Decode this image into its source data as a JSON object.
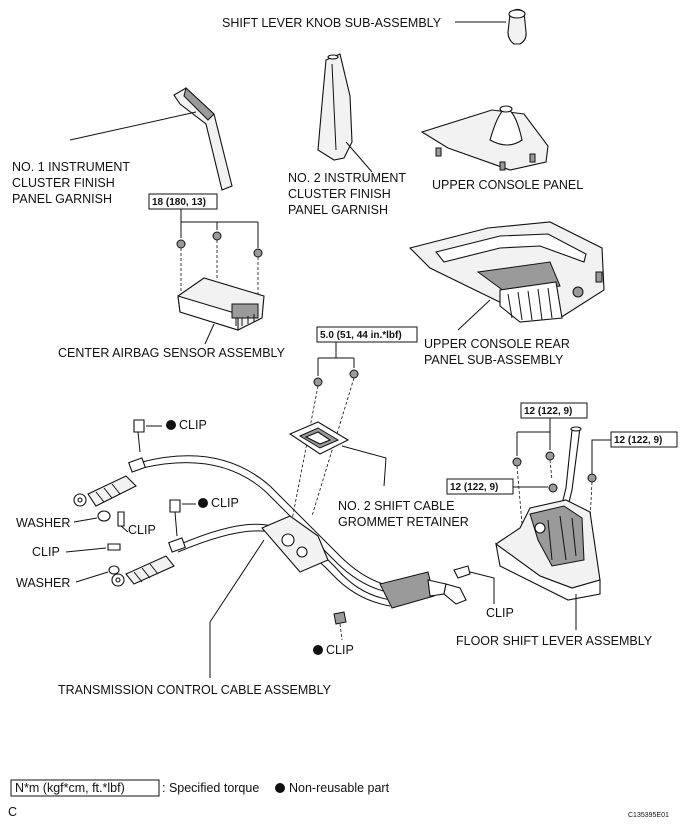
{
  "labels": {
    "shift_knob": "SHIFT LEVER KNOB SUB-ASSEMBLY",
    "garnish1": [
      "NO. 1 INSTRUMENT",
      "CLUSTER FINISH",
      "PANEL GARNISH"
    ],
    "garnish2": [
      "NO. 2 INSTRUMENT",
      "CLUSTER FINISH",
      "PANEL GARNISH"
    ],
    "upper_console": "UPPER CONSOLE PANEL",
    "rear_panel": [
      "UPPER CONSOLE REAR",
      "PANEL SUB-ASSEMBLY"
    ],
    "airbag_sensor": "CENTER AIRBAG SENSOR ASSEMBLY",
    "grommet": [
      "NO. 2 SHIFT CABLE",
      "GROMMET RETAINER"
    ],
    "floor_lever": "FLOOR SHIFT LEVER ASSEMBLY",
    "trans_cable": "TRANSMISSION CONTROL CABLE ASSEMBLY",
    "clip": "CLIP",
    "washer": "WASHER"
  },
  "torques": {
    "airbag": "18 (180, 13)",
    "grommet": "5.0 (51, 44 in.*lbf)",
    "lever_top": "12 (122, 9)",
    "lever_right": "12 (122, 9)",
    "lever_mid": "12 (122, 9)"
  },
  "legend": {
    "unit_box": "N*m (kgf*cm, ft.*lbf)",
    "specified": ": Specified torque",
    "nonreusable": "Non-reusable part"
  },
  "corner_letter": "C",
  "figure_code": "C135395E01"
}
